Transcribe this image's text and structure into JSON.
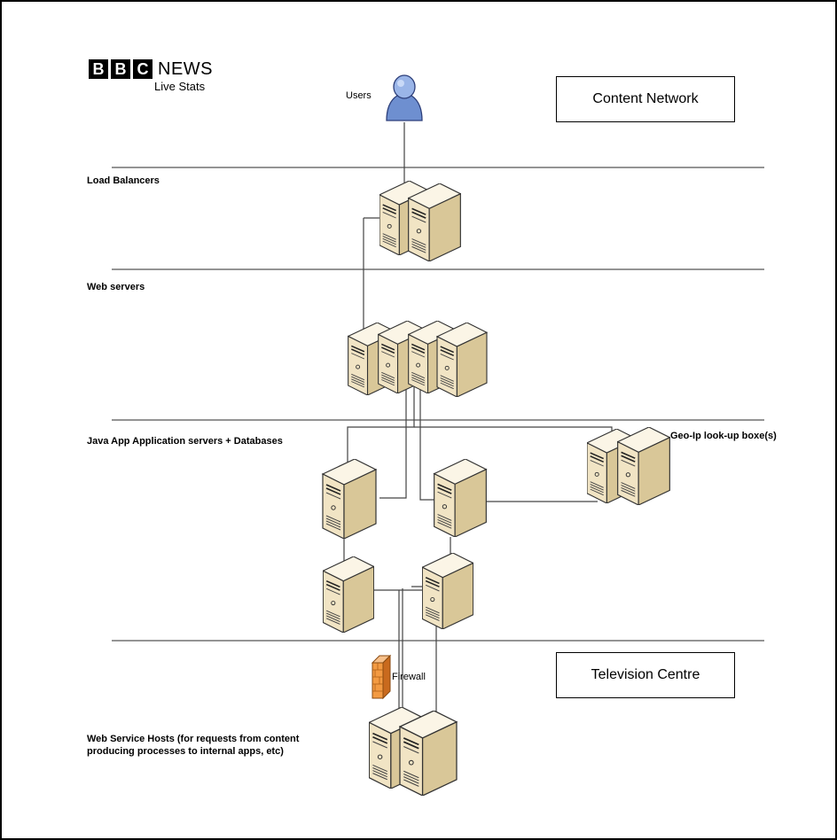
{
  "logo": {
    "letters": [
      "B",
      "B",
      "C"
    ],
    "news": "NEWS",
    "subtitle": "Live Stats"
  },
  "labels": {
    "users": "Users",
    "load_balancers": "Load Balancers",
    "web_servers": "Web servers",
    "java_app": "Java App Application servers + Databases",
    "geo_ip": "Geo-Ip look-up boxe(s)",
    "firewall": "Firewall",
    "web_service_line1": "Web Service Hosts (for requests from content",
    "web_service_line2": "producing processes to internal apps, etc)"
  },
  "boxes": {
    "content_network": "Content Network",
    "television_centre": "Television Centre"
  },
  "icons": {
    "user": "user-icon",
    "server": "server-icon",
    "firewall": "firewall-icon"
  },
  "colors": {
    "server_face": "#f1e4c4",
    "server_side": "#d7c596",
    "user_blue": "#7f9fd8",
    "firewall_orange": "#f0913a"
  }
}
